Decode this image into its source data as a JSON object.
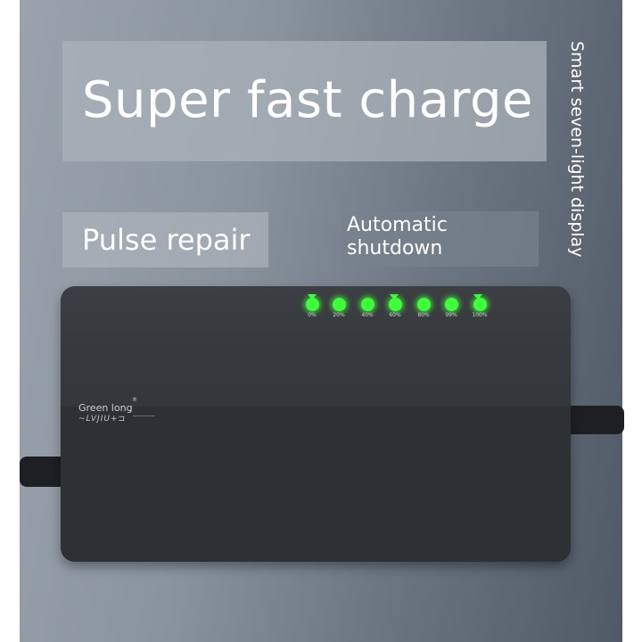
{
  "headline": "Super fast charge",
  "feature_pulse": "Pulse repair",
  "feature_shutdown_line1": "Automatic",
  "feature_shutdown_line2": "shutdown",
  "feature_display": "Smart seven-light display",
  "brand_name": "Green long",
  "registered_mark": "®",
  "led_levels": [
    "0%",
    "20%",
    "40%",
    "60%",
    "80%",
    "99%",
    "100%"
  ],
  "led_color": "#3dff3a",
  "product": "battery charger"
}
